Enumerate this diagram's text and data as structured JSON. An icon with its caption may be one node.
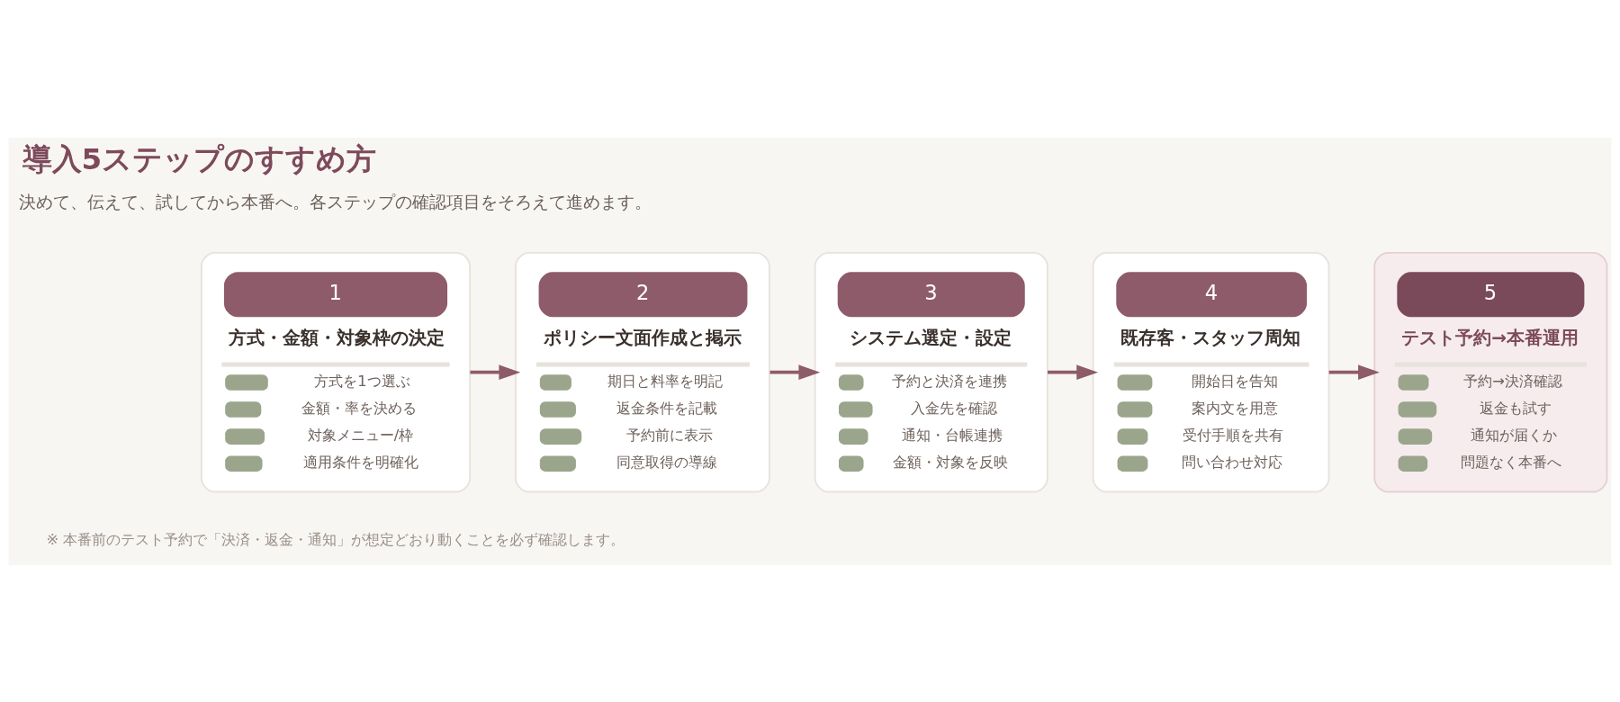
{
  "diagram": {
    "title": "導入5ステップのすすめ方",
    "caption": "※ 本番前のテスト予約で「決済・返金・通知」が想定どおり動くことを必ず確認します。",
    "labels": [
      "決めて、伝えて、試してから本番へ。各ステップの確認項目をそろえて進めます。"
    ],
    "nodes": [
      {
        "text": [
          "1",
          "方式・金額・対象枠の決定",
          "方式を1つ選ぶ",
          "金額・率を決める",
          "対象メニュー/枠",
          "適用条件を明確化"
        ]
      },
      {
        "text": [
          "2",
          "ポリシー文面作成と掲示",
          "期日と料率を明記",
          "返金条件を記載",
          "予約前に表示",
          "同意取得の導線"
        ]
      },
      {
        "text": [
          "3",
          "システム選定・設定",
          "予約と決済を連携",
          "入金先を確認",
          "通知・台帳連携",
          "金額・対象を反映"
        ]
      },
      {
        "text": [
          "4",
          "既存客・スタッフ周知",
          "開始日を告知",
          "案内文を用意",
          "受付手順を共有",
          "問い合わせ対応"
        ]
      },
      {
        "text": [
          "5",
          "テスト予約→本番運用",
          "予約→決済確認",
          "返金も試す",
          "通知が届くか",
          "問題なく本番へ"
        ]
      }
    ],
    "edges": [
      {
        "from": 0,
        "to": 1,
        "arrow": "to"
      },
      {
        "from": 1,
        "to": 2,
        "arrow": "to"
      },
      {
        "from": 2,
        "to": 3,
        "arrow": "to"
      },
      {
        "from": 3,
        "to": 4,
        "arrow": "to"
      }
    ]
  }
}
